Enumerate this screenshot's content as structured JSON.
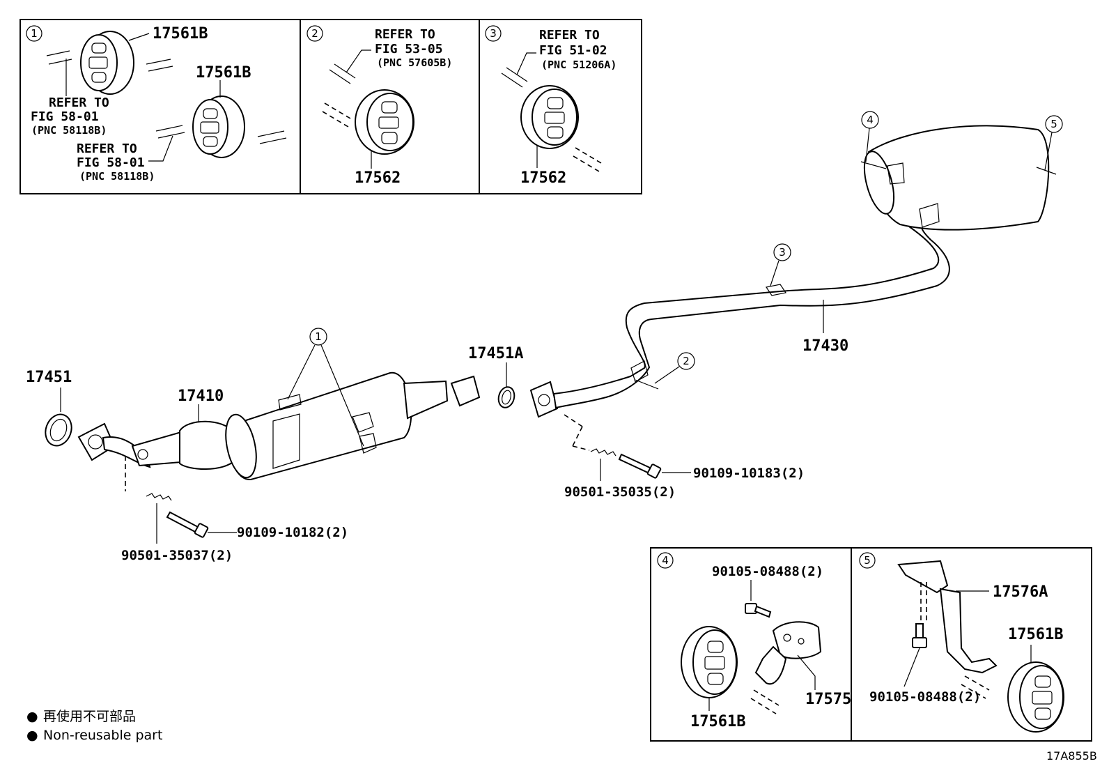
{
  "inset1": {
    "marker": "1",
    "part_top": "17561B",
    "part_mid": "17561B",
    "ref_a": {
      "line1": "REFER TO",
      "line2": "FIG 58-01",
      "line3": "(PNC 58118B)"
    },
    "ref_b": {
      "line1": "REFER TO",
      "line2": "FIG 58-01",
      "line3": "(PNC 58118B)"
    }
  },
  "inset2": {
    "marker": "2",
    "ref": {
      "line1": "REFER TO",
      "line2": "FIG 53-05",
      "line3": "(PNC 57605B)"
    },
    "part": "17562"
  },
  "inset3": {
    "marker": "3",
    "ref": {
      "line1": "REFER TO",
      "line2": "FIG 51-02",
      "line3": "(PNC 51206A)"
    },
    "part": "17562"
  },
  "inset4": {
    "marker": "4",
    "bolt": "90105-08488(2)",
    "bracket": "17575",
    "hanger": "17561B"
  },
  "inset5": {
    "marker": "5",
    "bracket": "17576A",
    "hanger": "17561B",
    "bolt": "90105-08488(2)"
  },
  "main": {
    "gasket_front": "17451",
    "front_pipe": "17410",
    "gasket_mid": "17451A",
    "tail_pipe": "17430",
    "bolt_front": "90109-10182(2)",
    "spring_front": "90501-35037(2)",
    "bolt_mid": "90109-10183(2)",
    "spring_mid": "90501-35035(2)",
    "callout_1": "1",
    "callout_2": "2",
    "callout_3": "3",
    "callout_4": "4",
    "callout_5": "5"
  },
  "legend": {
    "bullet": "●",
    "line_jp": "再使用不可部品",
    "line_en": "Non-reusable part"
  },
  "figure_code": "17A855B"
}
